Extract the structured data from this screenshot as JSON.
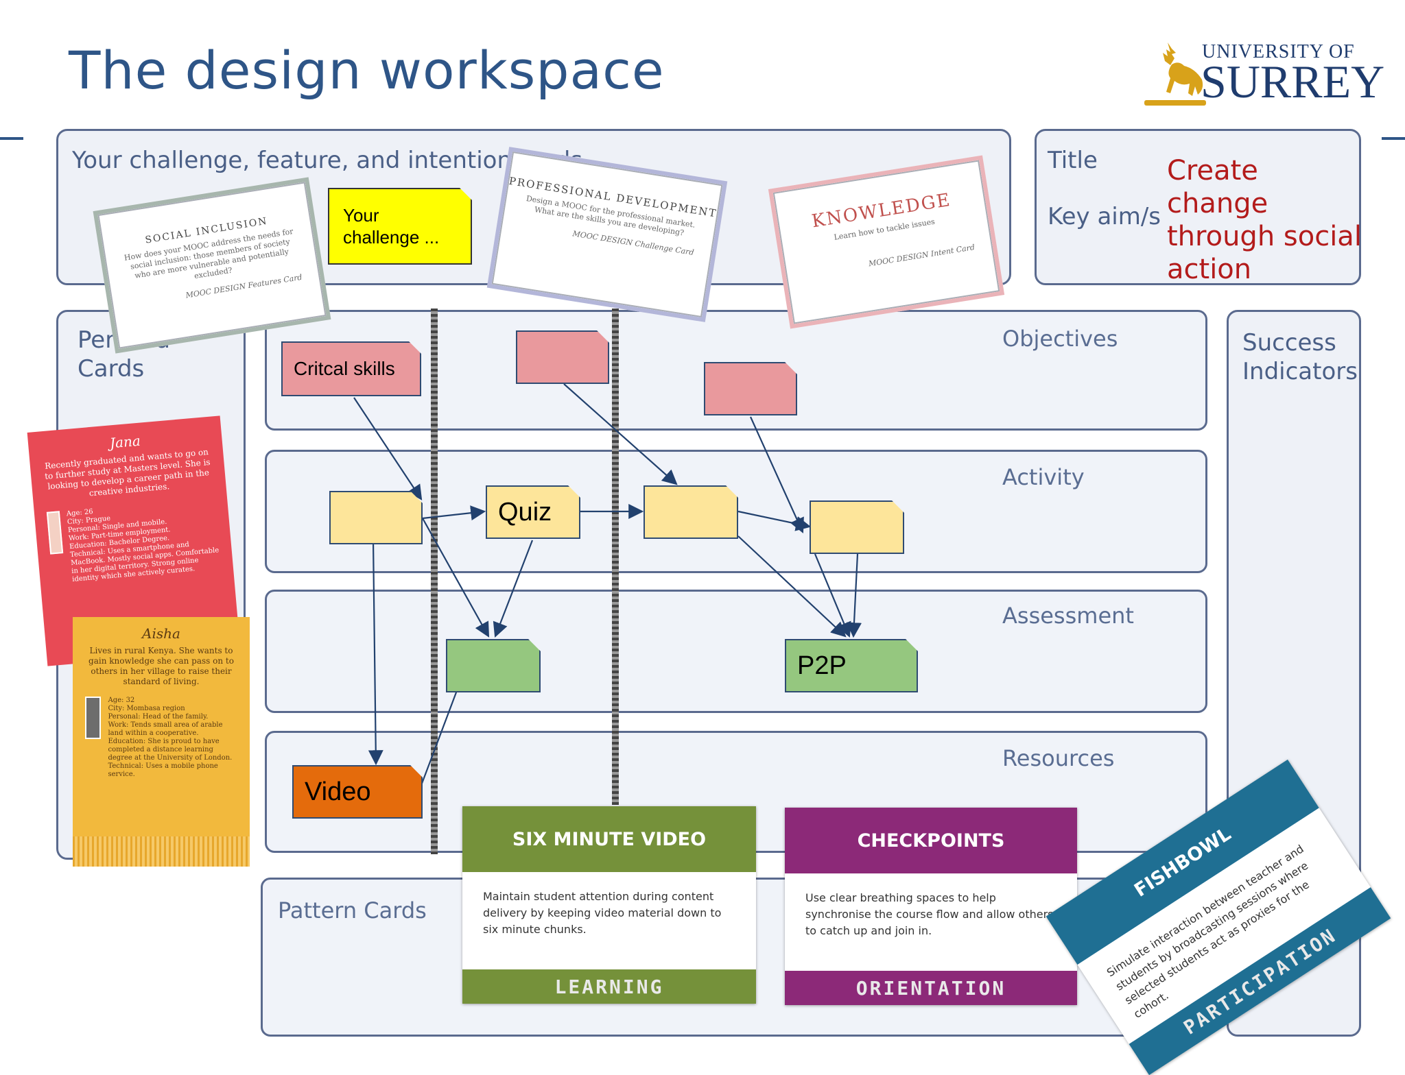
{
  "page": {
    "title": "The design workspace"
  },
  "logo": {
    "line1": "UNIVERSITY OF",
    "line2": "SURREY"
  },
  "colors": {
    "title_blue": "#2e5587",
    "note_yellow": "#fde59a",
    "note_pink": "#e9999d",
    "note_green": "#95c77f",
    "note_orange": "#e46b0c",
    "arrow": "#22416e",
    "learning": "#75913a",
    "orientation": "#8c2978",
    "participation": "#1f6f93",
    "persona_red": "#e84a55",
    "persona_yellow": "#f2b93d"
  },
  "panels": {
    "challenge": "Your challenge, feature, and intention cards",
    "title_label": "Title",
    "key_aims_label": "Key aim/s",
    "title_value": "Create change through social action",
    "persona": "Persona Cards",
    "success": "Success Indicators",
    "pattern": "Pattern Cards"
  },
  "bands": {
    "objectives": "Objectives",
    "activity": "Activity",
    "assessment": "Assessment",
    "resources": "Resources"
  },
  "notes": {
    "your_challenge": "Your challenge ...",
    "critical_skills": "Critcal skills",
    "quiz": "Quiz",
    "p2p": "P2P",
    "video": "Video"
  },
  "cards": {
    "social_inclusion": {
      "title": "SOCIAL INCLUSION",
      "body": "How does your MOOC address the needs for social inclusion: those members of society who are more vulnerable and potentially excluded?",
      "footer": "MOOC DESIGN Features Card"
    },
    "professional_development": {
      "title": "PROFESSIONAL DEVELOPMENT",
      "body": "Design a MOOC for the professional market. What are the skills you are developing?",
      "footer": "MOOC DESIGN Challenge Card"
    },
    "knowledge": {
      "title": "KNOWLEDGE",
      "body": "Learn how to tackle issues",
      "footer": "MOOC DESIGN Intent Card"
    }
  },
  "personas": {
    "jana": {
      "name": "Jana",
      "bio": "Recently graduated and wants to go on to further study at Masters level. She is looking to develop a career path in the creative industries.",
      "details": [
        "Age: 26",
        "City: Prague",
        "Personal: Single and mobile.",
        "Work: Part-time employment.",
        "Education: Bachelor Degree.",
        "Technical: Uses a smartphone and MacBook. Mostly social apps. Comfortable in her digital territory. Strong online identity which she actively curates."
      ]
    },
    "aisha": {
      "name": "Aisha",
      "bio": "Lives in rural Kenya. She wants to gain knowledge she can pass on to others in her village to raise their standard of living.",
      "details": [
        "Age: 32",
        "City: Mombasa region",
        "Personal: Head of the family.",
        "Work: Tends small area of arable land within a cooperative.",
        "Education: She is proud to have completed a distance learning degree at the University of London.",
        "Technical: Uses a mobile phone service."
      ]
    }
  },
  "pattern_cards": {
    "six_minute": {
      "title": "SIX MINUTE VIDEO",
      "body": "Maintain student attention during content delivery by keeping video material down to six minute chunks.",
      "category": "LEARNING"
    },
    "checkpoints": {
      "title": "CHECKPOINTS",
      "body": "Use clear breathing spaces to help synchronise the course flow and allow others to catch up and join in.",
      "category": "ORIENTATION"
    },
    "fishbowl": {
      "title": "FISHBOWL",
      "body": "Simulate interaction between teacher and students by broadcasting sessions where selected students act as proxies for the cohort.",
      "category": "PARTICIPATION"
    }
  }
}
